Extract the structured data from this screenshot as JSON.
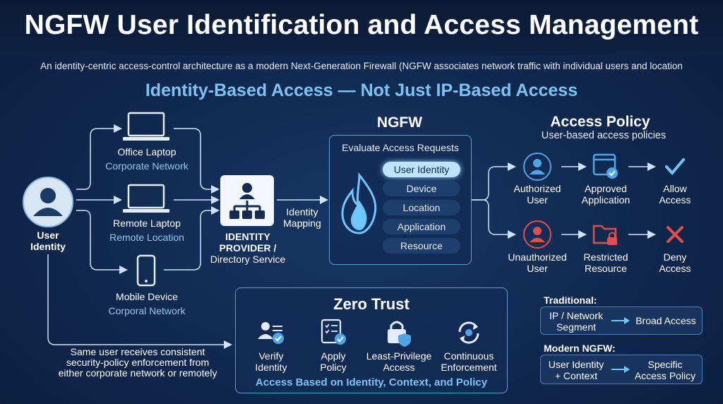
{
  "title": "NGFW User Identification and Access Management",
  "subtitle": "An identity-centric access-control architecture  as a modern Next-Generation Firewall (NGFW associates network traffic with individual users and location",
  "headline": "Identity-Based Access — Not Just IP-Based Access",
  "user": {
    "line1": "User",
    "line2": "Identity"
  },
  "devices": [
    {
      "name": "Office Laptop",
      "network": "Corporate Network"
    },
    {
      "name": "Remote Laptop",
      "network": "Remote Location"
    },
    {
      "name": "Mobile Device",
      "network": "Corporal Network"
    }
  ],
  "idp": {
    "line1": "IDENTITY",
    "line2": "PROVIDER /",
    "line3": "Directory Service"
  },
  "mapping": {
    "line1": "Identity",
    "line2": "Mapping"
  },
  "ngfw": {
    "title": "NGFW",
    "heading": "Evaluate Access Requests",
    "criteria": [
      "User Identity",
      "Device",
      "Location",
      "Application",
      "Resource"
    ]
  },
  "policy": {
    "title": "Access Policy",
    "subtitle": "User-based access policies",
    "allow_row": [
      {
        "line1": "Authorized",
        "line2": "User"
      },
      {
        "line1": "Approved",
        "line2": "Application"
      },
      {
        "line1": "Allow",
        "line2": "Access"
      }
    ],
    "deny_row": [
      {
        "line1": "Unauthorized",
        "line2": "User"
      },
      {
        "line1": "Restricted",
        "line2": "Resource"
      },
      {
        "line1": "Deny",
        "line2": "Access"
      }
    ]
  },
  "consistent_note": [
    "Same user receives consistent",
    "security-policy enforcement from",
    "either corporate network or remotely"
  ],
  "zero_trust": {
    "title": "Zero Trust",
    "items": [
      {
        "line1": "Verify",
        "line2": "Identity"
      },
      {
        "line1": "Apply",
        "line2": "Policy"
      },
      {
        "line1": "Least-Privilege",
        "line2": "Access"
      },
      {
        "line1": "Continuous",
        "line2": "Enforcement"
      }
    ],
    "footer": "Access Based on Identity, Context, and Policy"
  },
  "comparison": {
    "traditional_label": "Traditional:",
    "traditional_from": [
      "IP / Network",
      "Segment"
    ],
    "traditional_to": "Broad Access",
    "modern_label": "Modern NGFW:",
    "modern_from": [
      "User Identity",
      "+ Context"
    ],
    "modern_to": [
      "Specific",
      "Access Policy"
    ]
  },
  "colors": {
    "accent": "#7cc3f4",
    "allow": "#4ea6e6",
    "deny": "#e0504a",
    "background": "#10284f"
  }
}
